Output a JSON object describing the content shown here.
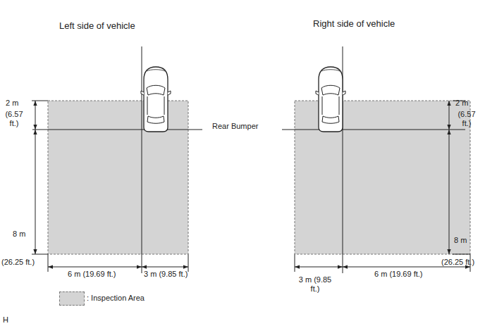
{
  "diagram": {
    "labels": [
      "Left side of vehicle",
      "Right side of vehicle",
      "Rear Bumper",
      "2 m",
      "(6.57 ft.)",
      "8 m",
      "(26.25 ft.)",
      "6 m (19.69 ft.)",
      "3 m (9.85 ft.)",
      "2 m",
      "(6.57 ft.)",
      "8 m",
      "(26.25 ft.)",
      "3 m (9.85 ft.)",
      "6 m (19.69 ft.)",
      "H"
    ],
    "legend": [
      {
        "text": ": Inspection Area",
        "color": "#d4d4d4"
      }
    ]
  }
}
